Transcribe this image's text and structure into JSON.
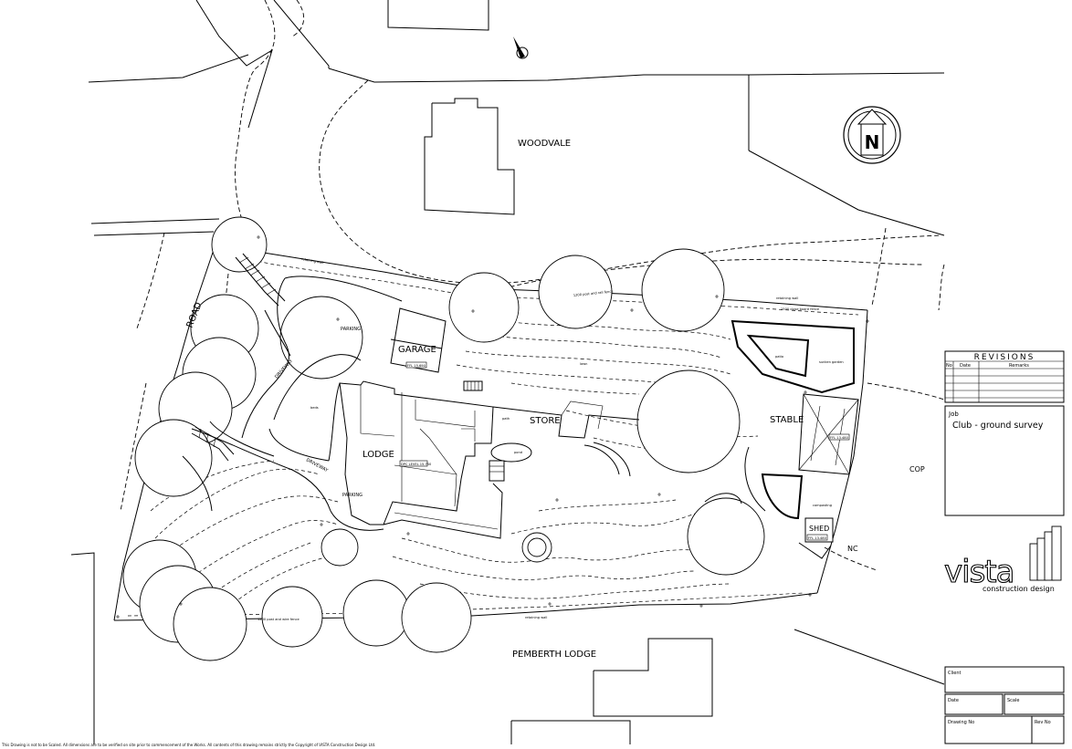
{
  "labels": {
    "woodvale": "WOODVALE",
    "garage": "GARAGE",
    "store": "STORE",
    "stable": "STABLE",
    "lodge": "LODGE",
    "parking_upper": "PARKING",
    "parking_lower": "PARKING",
    "driveway_upper": "DRIVEWAY",
    "driveway_lower": "DRIVEWAY",
    "shed": "SHED",
    "road": "ROAD",
    "cop": "COP",
    "nc": "NC",
    "pemberth_lodge": "PEMBERTH LODGE",
    "retaining_wall_top": "retaining wall",
    "retaining_wall_right": "retaining wall",
    "retaining_wall_bottom": "retaining wall",
    "close_board_fence": "1500 close board fence",
    "post_rail_fence": "1200 post and rail fence",
    "post_wire_fence": "1200 post and wire fence",
    "pond": "pond",
    "patio": "patio",
    "sunken_garden": "sunken garden",
    "lawn": "lawn",
    "beds": "beds",
    "compositing": "composting",
    "path": "path"
  },
  "level_tags": {
    "garage": "FFL 15.690",
    "lodge": "DPC LEVEL 15.750",
    "stable": "FFL 13.480",
    "shed": "FFL 13.480"
  },
  "north_symbol": "N",
  "revisions": {
    "title": "REVISIONS",
    "col_no": "No",
    "col_date": "Date",
    "col_remarks": "Remarks"
  },
  "job": {
    "label": "Job",
    "value": "Club - ground survey"
  },
  "logo": {
    "name": "vista",
    "tagline": "construction design"
  },
  "title_block": {
    "client": "Client",
    "date": "Date",
    "scale": "Scale",
    "drawing_no": "Drawing No",
    "rev_no": "Rev No"
  },
  "footer_note": "This Drawing is not to be Scaled. All dimensions are to be verified on site prior to commencement of the Works. All contents of this drawing remains strictly the Copyright of VISTA Construction Design Ltd."
}
